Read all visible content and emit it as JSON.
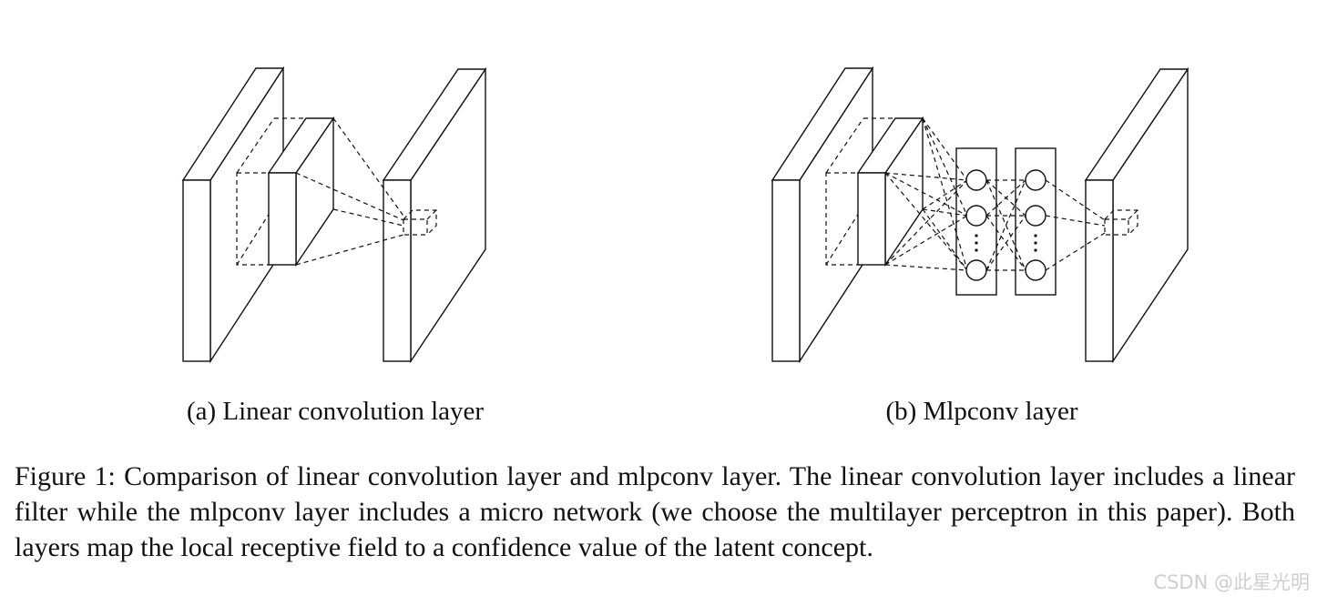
{
  "subcaptions": {
    "a": "(a) Linear convolution layer",
    "b": "(b) Mlpconv layer"
  },
  "caption": "Figure 1: Comparison of linear convolution layer and mlpconv layer. The linear convolution layer includes a linear filter while the mlpconv layer includes a micro network (we choose the multilayer perceptron in this paper). Both layers map the local receptive field to a confidence value of the latent concept.",
  "watermark": "CSDN @此星光明"
}
